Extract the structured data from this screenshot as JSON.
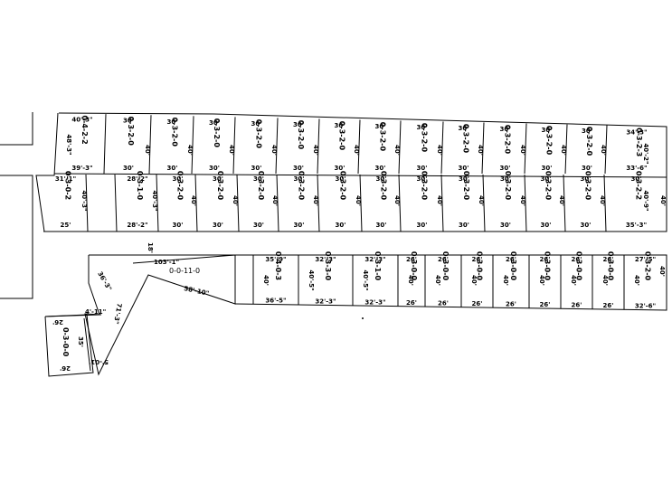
{
  "diagram": {
    "north_row": {
      "areas": [
        "0-4-2-2",
        "0-3-2-0",
        "0-3-2-0",
        "0-3-2-0",
        "0-3-2-0",
        "0-3-2-0",
        "0-3-2-0",
        "0-3-2-0",
        "0-3-2-0",
        "0-3-2-0",
        "0-3-2-0",
        "0-3-2-0",
        "0-3-2-0",
        "0-3-2-3"
      ],
      "top_labels": [
        "40'-3\"",
        "30'",
        "30'",
        "30'",
        "30'",
        "30'",
        "30'",
        "30'",
        "30'",
        "30'",
        "30'",
        "30'",
        "30'",
        "34'-3\""
      ],
      "bottom_labels": [
        "39'-3\"",
        "30'",
        "30'",
        "30'",
        "30'",
        "30'",
        "30'",
        "30'",
        "30'",
        "30'",
        "30'",
        "30'",
        "30'",
        "33'-6\""
      ],
      "left_side": "48'-3\"",
      "divider_label": "40'",
      "right_side": "40'-2\""
    },
    "middle_row": {
      "areas": [
        "0-3-0-2",
        "0-3-1-0",
        "0-3-2-0",
        "0-3-2-0",
        "0-3-2-0",
        "0-3-2-0",
        "0-3-2-0",
        "0-3-2-0",
        "0-3-2-0",
        "0-3-2-0",
        "0-3-2-0",
        "0-3-2-0",
        "0-3-2-0",
        "0-3-2-2"
      ],
      "top_labels": [
        "31'-1\"",
        "28'-2\"",
        "30'",
        "30'",
        "30'",
        "30'",
        "30'",
        "30'",
        "30'",
        "30'",
        "30'",
        "30'",
        "30'",
        "30'"
      ],
      "bottom_labels": [
        "25'",
        "28'-2\"",
        "30'",
        "30'",
        "30'",
        "30'",
        "30'",
        "30'",
        "30'",
        "30'",
        "30'",
        "30'",
        "30'",
        "35'-3\""
      ],
      "side_labels": [
        "40'-3\"",
        "40'-3\"",
        "40'"
      ],
      "right_side": "40'-9\""
    },
    "south_row": {
      "areas": [
        "0-4-0-3",
        "0-3-3-0",
        "0-3-1-0",
        "0-3-0-0",
        "0-3-0-0",
        "0-3-0-0",
        "0-3-0-0",
        "0-3-0-0",
        "0-3-0-0",
        "0-3-0-0",
        "0-3-2-0"
      ],
      "top_labels": [
        "35'-9\"",
        "32'-3\"",
        "32'-3\"",
        "26'",
        "26'",
        "26'",
        "26'",
        "26'",
        "26'",
        "26'",
        "27'-5\""
      ],
      "bottom_labels": [
        "36'-5\"",
        "32'-3\"",
        "32'-3\"",
        "26'",
        "26'",
        "26'",
        "26'",
        "26'",
        "26'",
        "26'",
        "32'-6\""
      ],
      "side_labels": [
        "40'",
        "40'-5\"",
        "40'-5\"",
        "40'"
      ],
      "right_side": "40'"
    },
    "road": {
      "width_label": "18'"
    },
    "triangle": {
      "area": "0-0-11-0",
      "top_label": "103'-1\"",
      "diag_label": "58'-10\""
    },
    "corridor": {
      "label_a": "36'-3\"",
      "label_b": "71'-3\""
    },
    "sw_plot": {
      "area": "0-3-0-0",
      "top": "26'",
      "bottom": "26'",
      "side": "35'",
      "mark_a": "4'-11\"",
      "mark_b": "5'-01'"
    }
  }
}
